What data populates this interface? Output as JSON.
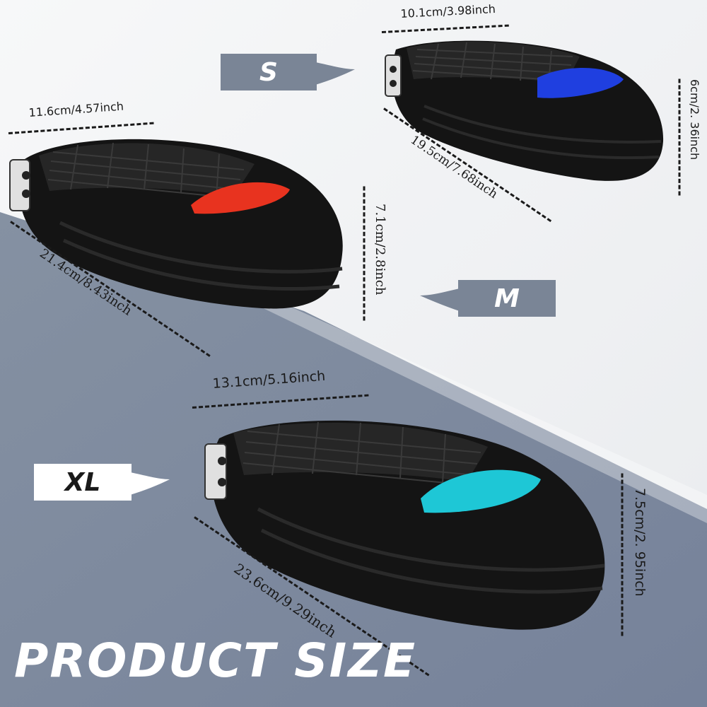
{
  "title": "PRODUCT SIZE",
  "sizes": {
    "s": {
      "label": "S",
      "width": "10.1cm/3.98inch",
      "length": "19.5cm/7.68inch",
      "height": "6cm/2. 36inch",
      "sole_color": "#1f3fe0"
    },
    "m": {
      "label": "M",
      "width": "11.6cm/4.57inch",
      "length": "21.4cm/8.43inch",
      "height": "7.1cm/2.8inch",
      "sole_color": "#e8331f"
    },
    "xl": {
      "label": "XL",
      "width": "13.1cm/5.16inch",
      "length": "23.6cm/9.29inch",
      "height": "7.5cm/2. 95inch",
      "sole_color": "#1ec7d6"
    }
  },
  "colors": {
    "background_light": "#f2f3f5",
    "background_slate": "#7e8a9c",
    "tag_slate": "#7a8596",
    "shoe_black": "#141414"
  }
}
